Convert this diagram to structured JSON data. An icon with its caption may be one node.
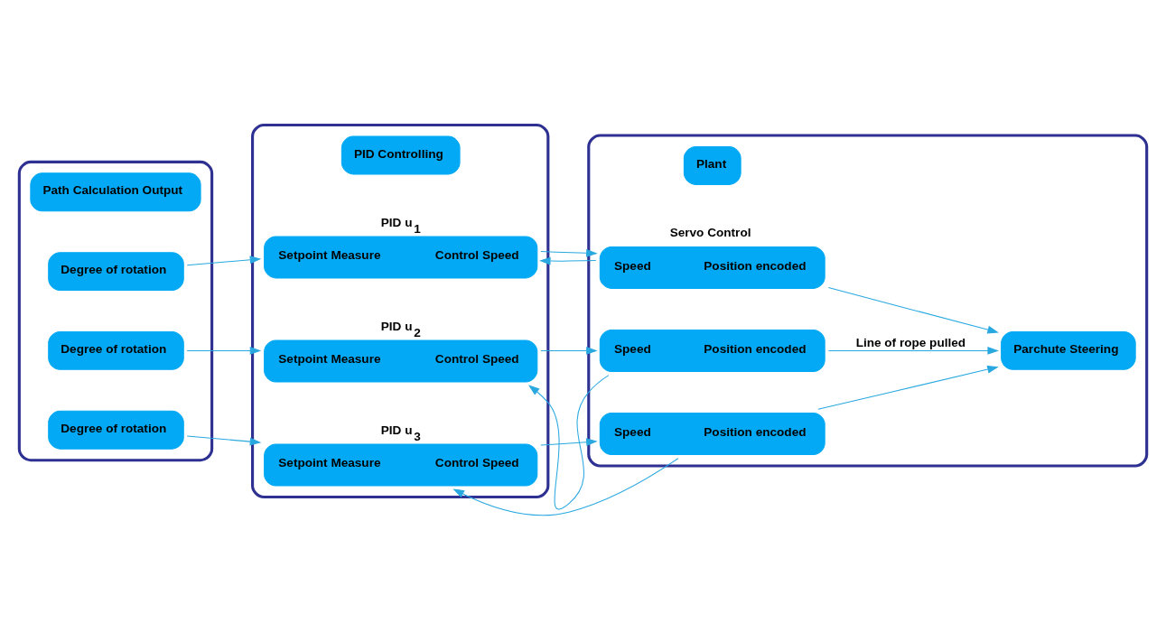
{
  "diagram": {
    "nodes": [
      {
        "text": [],
        "shape": "box"
      },
      {
        "text": [
          "Path Calculation Output"
        ],
        "in": 0
      },
      {
        "text": [
          "Degree of rotation"
        ],
        "in": 0
      },
      {
        "text": [
          "Degree of rotation"
        ],
        "in": 0
      },
      {
        "text": [
          "Degree of rotation"
        ],
        "in": 0
      },
      {
        "text": [],
        "shape": "box"
      },
      {
        "text": [
          "PID Controlling"
        ],
        "in": 5
      },
      {
        "text": [
          "Setpoint Measure",
          "Control Speed"
        ],
        "in": 5,
        "beside": [
          "PID u$_{1}$"
        ]
      },
      {
        "text": [
          "Setpoint Measure",
          "Control Speed"
        ],
        "in": 5,
        "beside": [
          "PID u$_{2}$"
        ]
      },
      {
        "text": [
          "Setpoint Measure",
          "Control Speed"
        ],
        "in": 5,
        "beside": [
          "PID u$_{3}$"
        ]
      },
      {
        "text": [],
        "shape": "box"
      },
      {
        "text": [
          "Plant"
        ],
        "in": 10
      },
      {
        "text": [
          "Speed",
          "Position encoded"
        ],
        "in": 10,
        "beside": [
          "Servo Control"
        ]
      },
      {
        "text": [
          "Speed",
          "Position encoded"
        ],
        "in": 10
      },
      {
        "text": [
          "Speed",
          "Position encoded"
        ],
        "in": 10
      },
      {
        "text": [
          "Parchute Steering"
        ],
        "in": 10
      }
    ],
    "edges": [
      {
        "from": 2,
        "to": 7,
        "arrow": "to"
      },
      {
        "from": 3,
        "to": 8,
        "arrow": "to"
      },
      {
        "from": 4,
        "to": 9,
        "arrow": "to"
      },
      {
        "from": 7,
        "to": 12,
        "arrow": "to"
      },
      {
        "from": 8,
        "to": 13,
        "arrow": "to"
      },
      {
        "from": 9,
        "to": 14,
        "arrow": "to"
      },
      {
        "from": 12,
        "to": 7,
        "arrow": "to"
      },
      {
        "from": 13,
        "to": 8,
        "arrow": "to"
      },
      {
        "from": 14,
        "to": 9,
        "arrow": "to"
      },
      {
        "from": 12,
        "to": 15,
        "arrow": "to"
      },
      {
        "from": 13,
        "to": 15,
        "arrow": "to",
        "label": "Line of rope pulled"
      },
      {
        "from": 14,
        "to": 15,
        "arrow": "to"
      }
    ]
  }
}
